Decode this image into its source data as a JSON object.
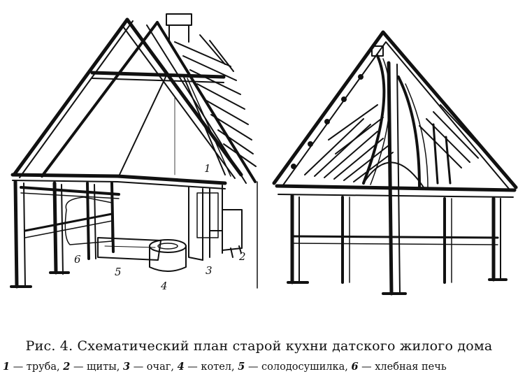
{
  "figure": {
    "title": "Рис. 4. Схематический план старой кухни датского жилого дома",
    "labels": [
      "1",
      "2",
      "3",
      "4",
      "5",
      "6"
    ],
    "legend": [
      {
        "num": "1",
        "text": "— труба,"
      },
      {
        "num": "2",
        "text": "— щиты,"
      },
      {
        "num": "3",
        "text": "— очаг,"
      },
      {
        "num": "4",
        "text": "— котел,"
      },
      {
        "num": "5",
        "text": "— солодосушилка,"
      },
      {
        "num": "6",
        "text": "— хлебная печь"
      }
    ]
  }
}
